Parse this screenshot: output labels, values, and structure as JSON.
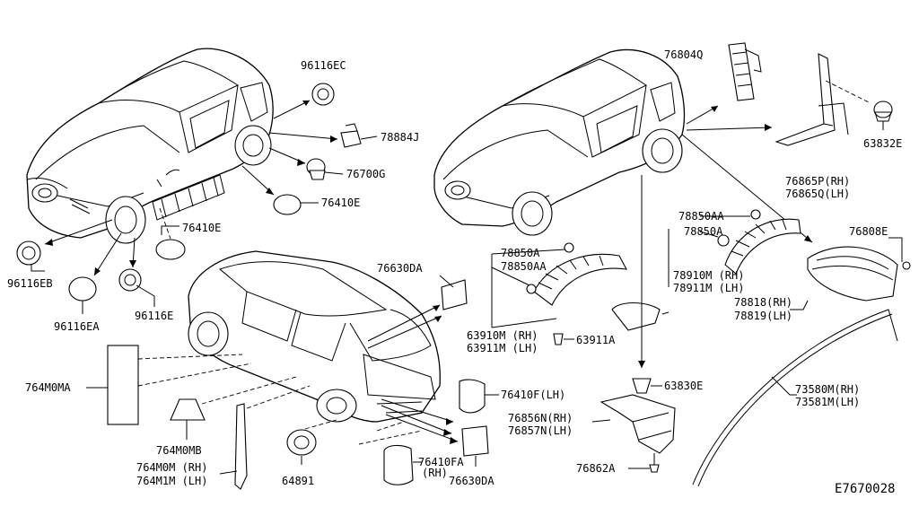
{
  "diagram_id": "E7670028",
  "callouts": {
    "c96116EC": "96116EC",
    "c78884J": "78884J",
    "c76700G": "76700G",
    "c76410E_a": "76410E",
    "c76410E_b": "76410E",
    "c96116EB": "96116EB",
    "c96116EA": "96116EA",
    "c96116E": "96116E",
    "c76804Q": "76804Q",
    "c63832E": "63832E",
    "c76865P": "76865P(RH)",
    "c76865Q": "76865Q(LH)",
    "c76808E": "76808E",
    "c78850AA_r": "78850AA",
    "c78850A_r": "78850A",
    "c78910M": "78910M (RH)",
    "c78911M": "78911M (LH)",
    "c78818": "78818(RH)",
    "c78819": "78819(LH)",
    "c76630DA_a": "76630DA",
    "c78850A_l": "78850A",
    "c78850AA_l": "78850AA",
    "c63910M": "63910M (RH)",
    "c63911M": "63911M (LH)",
    "c63911A": "63911A",
    "c764M0MA": "764M0MA",
    "c764M0MB": "764M0MB",
    "c764M0M": "764M0M (RH)",
    "c764M1M": "764M1M (LH)",
    "c64891": "64891",
    "c76410F": "76410F(LH)",
    "c76410FA": "76410FA",
    "c76410FA_rh": "(RH)",
    "c76630DA_b": "76630DA",
    "c63830E": "63830E",
    "c76856N": "76856N(RH)",
    "c76857N": "76857N(LH)",
    "c76862A": "76862A",
    "c73580M": "73580M(RH)",
    "c73581M": "73581M(LH)"
  }
}
